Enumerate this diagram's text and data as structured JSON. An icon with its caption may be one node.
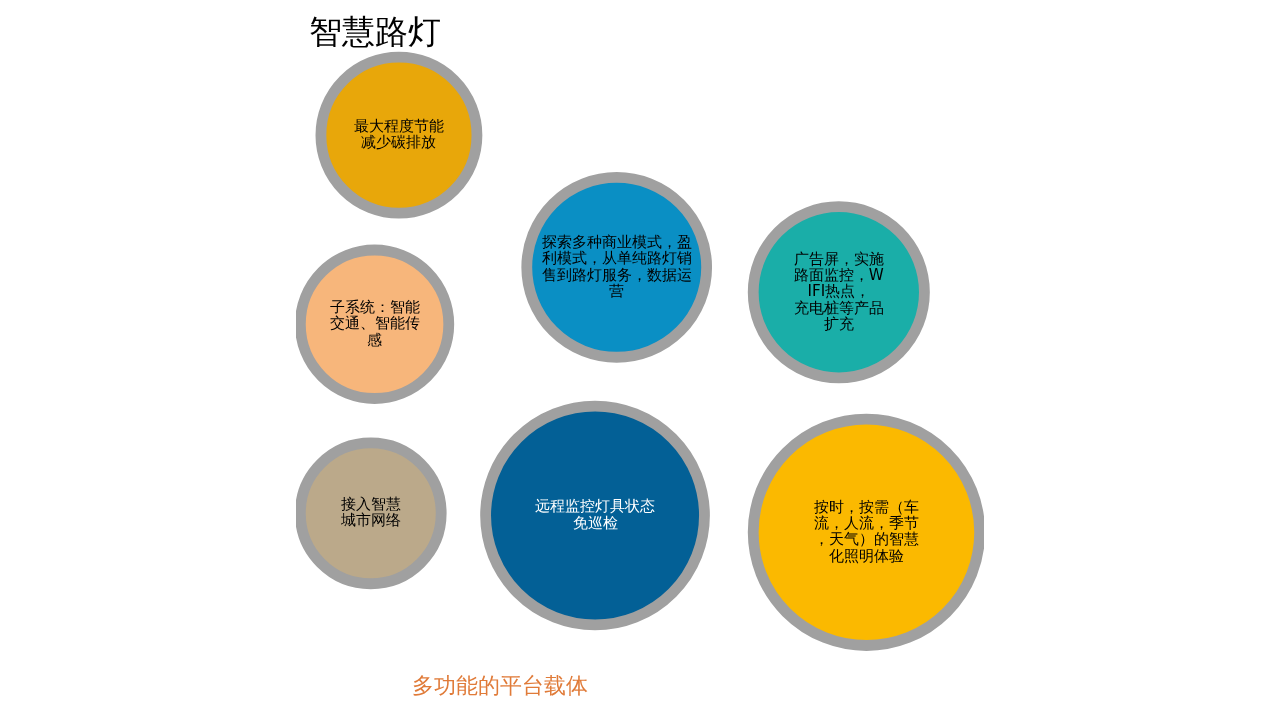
{
  "diagram": {
    "title": "智慧路灯",
    "nodes": [
      {
        "text": [
          "接入智慧城市网络"
        ]
      },
      {
        "text": [
          "最大程度节能减少碳排放"
        ]
      },
      {
        "text": [
          "广告屏，实施路面监控，WIFI热点，充电桩等产品扩充"
        ]
      },
      {
        "text": [
          "远程监控灯具状态免巡检"
        ]
      },
      {
        "text": [
          "按时，按需（车流，人流，季节，天气）的智慧化照明体验"
        ]
      },
      {
        "text": [
          "子系统：智能交通、智能传感"
        ]
      },
      {
        "text": [
          "探索多种商业模式，盈利模式，从单纯路灯销售到路灯服务，数据运营"
        ]
      }
    ],
    "edges": [],
    "labels": [
      "多功能的平台载体"
    ]
  }
}
